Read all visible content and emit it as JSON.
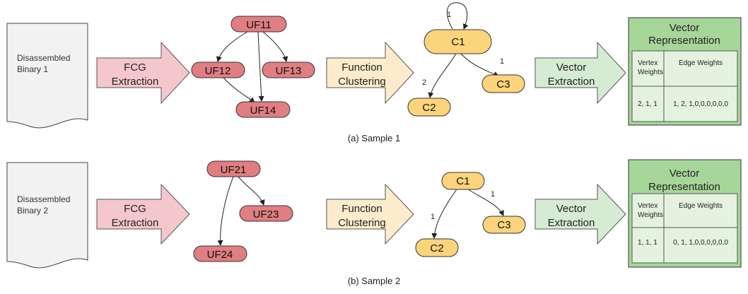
{
  "samples": [
    {
      "doc_line1": "Disassembled",
      "doc_line2": "Binary 1",
      "fcg_line1": "FCG",
      "fcg_line2": "Extraction",
      "uf_nodes": [
        "UF11",
        "UF12",
        "UF13",
        "UF14"
      ],
      "cluster_line1": "Function",
      "cluster_line2": "Clustering",
      "c_nodes": [
        "C1",
        "C2",
        "C3"
      ],
      "edge_labels": [
        "1",
        "2",
        "1"
      ],
      "vec_line1": "Vector",
      "vec_line2": "Extraction",
      "rep_line1": "Vector",
      "rep_line2": "Representation",
      "vertex_line1": "Vertex",
      "vertex_line2": "Weights",
      "edge_weights_header": "Edge Weights",
      "vertex_values": "2, 1, 1",
      "edge_values": "1, 2, 1,0,0,0,0,0,0",
      "caption": "(a) Sample 1"
    },
    {
      "doc_line1": "Disassembled",
      "doc_line2": "Binary 2",
      "fcg_line1": "FCG",
      "fcg_line2": "Extraction",
      "uf_nodes": [
        "UF21",
        "UF23",
        "UF24"
      ],
      "cluster_line1": "Function",
      "cluster_line2": "Clustering",
      "c_nodes": [
        "C1",
        "C2",
        "C3"
      ],
      "edge_labels": [
        "1",
        "1"
      ],
      "vec_line1": "Vector",
      "vec_line2": "Extraction",
      "rep_line1": "Vector",
      "rep_line2": "Representation",
      "vertex_line1": "Vertex",
      "vertex_line2": "Weights",
      "edge_weights_header": "Edge Weights",
      "vertex_values": "1, 1, 1",
      "edge_values": "0, 1, 1,0,0,0,0,0,0",
      "caption": "(b) Sample 2"
    }
  ]
}
